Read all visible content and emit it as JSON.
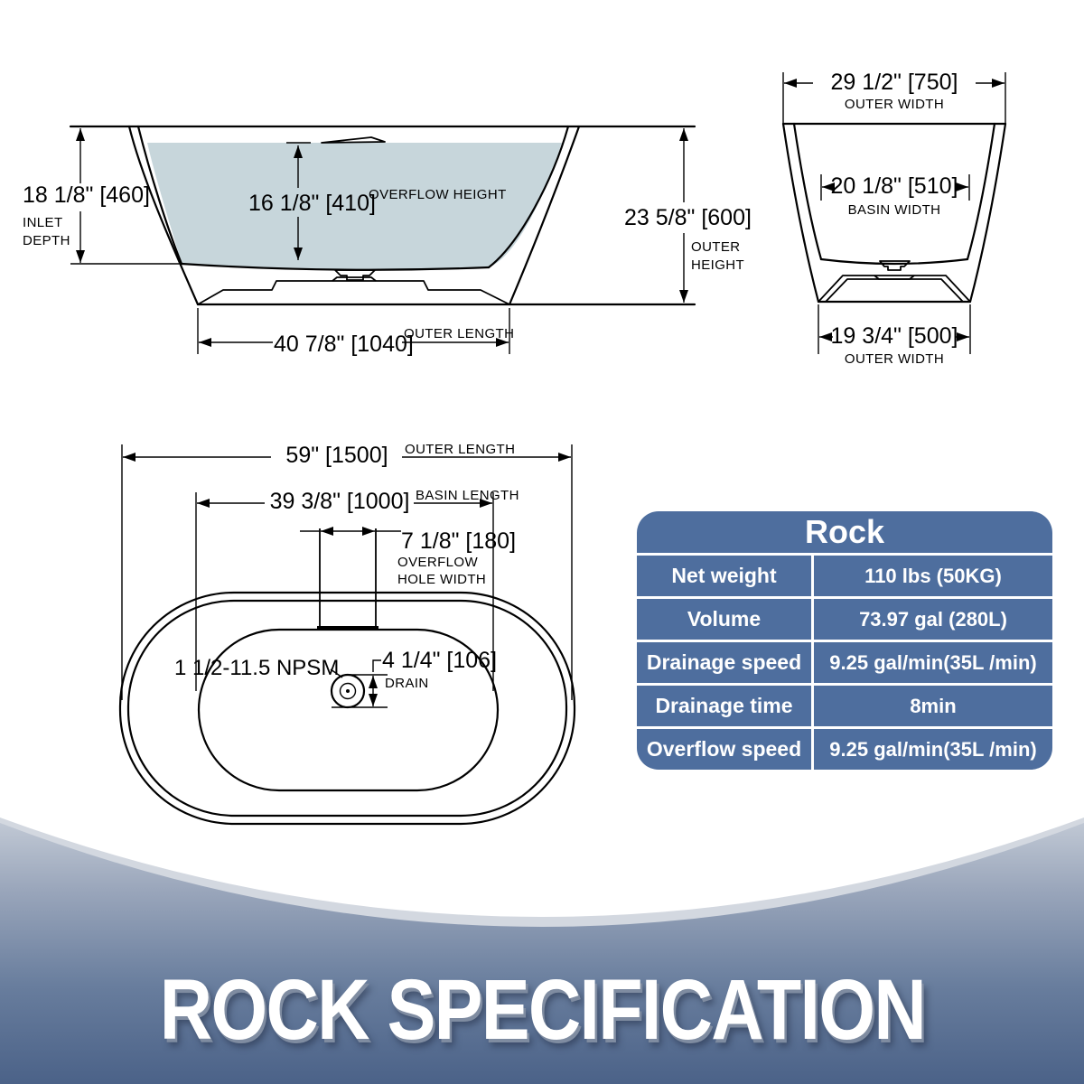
{
  "side_view": {
    "inlet_depth": {
      "value": "18 1/8\" [460]",
      "label_line1": "INLET",
      "label_line2": "DEPTH"
    },
    "overflow_height": {
      "value": "16 1/8\" [410]",
      "label": "OVERFLOW HEIGHT"
    },
    "outer_height": {
      "value": "23 5/8\" [600]",
      "label_line1": "OUTER",
      "label_line2": "HEIGHT"
    },
    "outer_length": {
      "value": "40 7/8\" [1040]",
      "label": "OUTER LENGTH"
    }
  },
  "end_view": {
    "outer_width_top": {
      "value": "29 1/2\" [750]",
      "label": "OUTER WIDTH"
    },
    "basin_width": {
      "value": "20 1/8\" [510]",
      "label": "BASIN WIDTH"
    },
    "outer_width_bottom": {
      "value": "19 3/4\" [500]",
      "label": "OUTER WIDTH"
    }
  },
  "plan_view": {
    "outer_length": {
      "value": "59\" [1500]",
      "label": "OUTER LENGTH"
    },
    "basin_length": {
      "value": "39 3/8\" [1000]",
      "label": "BASIN LENGTH"
    },
    "overflow_hole": {
      "value": "7 1/8\" [180]",
      "label_line1": "OVERFLOW",
      "label_line2": "HOLE WIDTH"
    },
    "drain_thread": "1 1/2-11.5 NPSM",
    "drain": {
      "value": "4 1/4\" [106]",
      "label": "DRAIN"
    }
  },
  "spec_table": {
    "title": "Rock",
    "rows": [
      {
        "label": "Net weight",
        "value": "110 lbs (50KG)"
      },
      {
        "label": "Volume",
        "value": "73.97 gal (280L)"
      },
      {
        "label": "Drainage speed",
        "value": "9.25 gal/min(35L /min)"
      },
      {
        "label": "Drainage time",
        "value": "8min"
      },
      {
        "label": "Overflow speed",
        "value": "9.25 gal/min(35L /min)"
      }
    ]
  },
  "banner": {
    "title": "ROCK SPECIFICATION"
  },
  "colors": {
    "water_fill": "#c7d6db",
    "table_blue": "#4e6e9e",
    "line": "#000000",
    "banner_top": "#c9d0da",
    "banner_bottom": "#4b6288"
  }
}
